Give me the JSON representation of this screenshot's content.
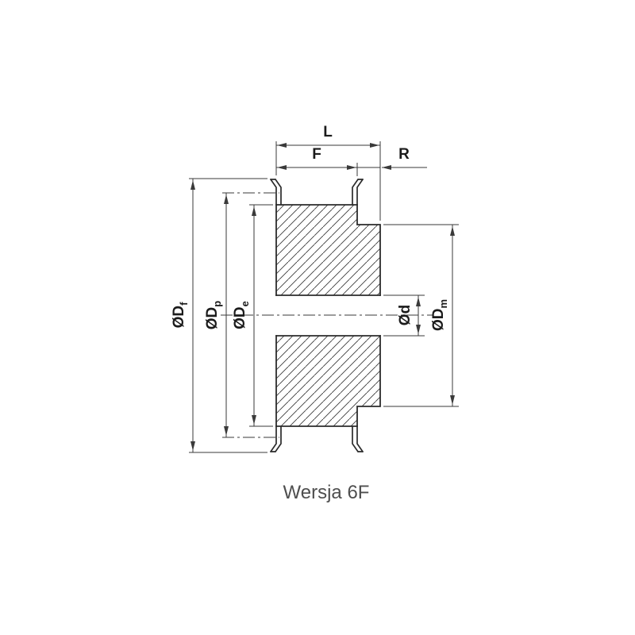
{
  "caption": "Wersja 6F",
  "dim_labels": {
    "total_length": "L",
    "face_width": "F",
    "rim_offset": "R",
    "bore": "Ød",
    "flange": {
      "main": "ØD",
      "sub": "f"
    },
    "pitch": {
      "main": "ØD",
      "sub": "p"
    },
    "outer": {
      "main": "ØD",
      "sub": "e"
    },
    "hub": {
      "main": "ØD",
      "sub": "m"
    }
  },
  "colors": {
    "line": "#2b2b2b",
    "dimension": "#3a3a3a",
    "caption_text": "#4e4e4e",
    "background": "#ffffff"
  }
}
